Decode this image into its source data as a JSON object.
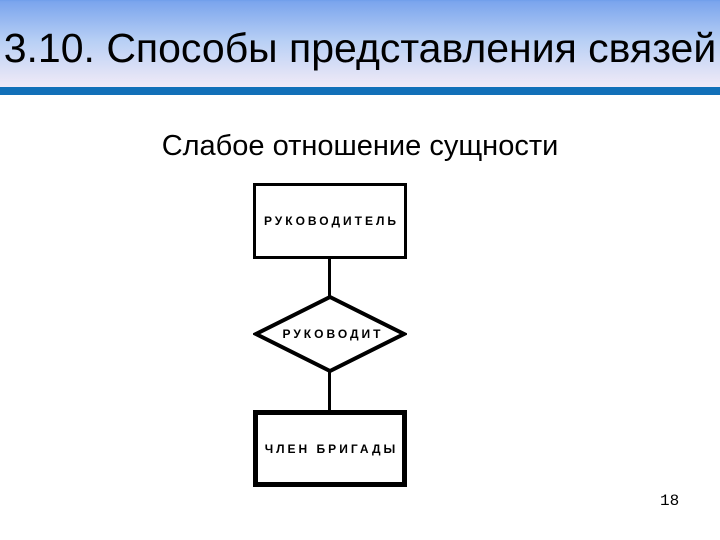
{
  "slide": {
    "title": "3.10. Способы представления связей",
    "subtitle": "Слабое отношение сущности",
    "page_number": "18"
  },
  "diagram": {
    "entity_top": {
      "label": "РУКОВОДИТЕЛЬ",
      "shape": "rectangle"
    },
    "relationship": {
      "label": "РУКОВОДИТ",
      "shape": "diamond"
    },
    "entity_bottom": {
      "label": "ЧЛЕН БРИГАДЫ",
      "shape": "rectangle-bold-border"
    }
  },
  "colors": {
    "header_gradient_top": "#7ba5ed",
    "header_gradient_bottom": "#f1eaf7",
    "accent_bar": "#1270b8",
    "diagram_stroke": "#000000",
    "background": "#ffffff",
    "text": "#000000"
  }
}
